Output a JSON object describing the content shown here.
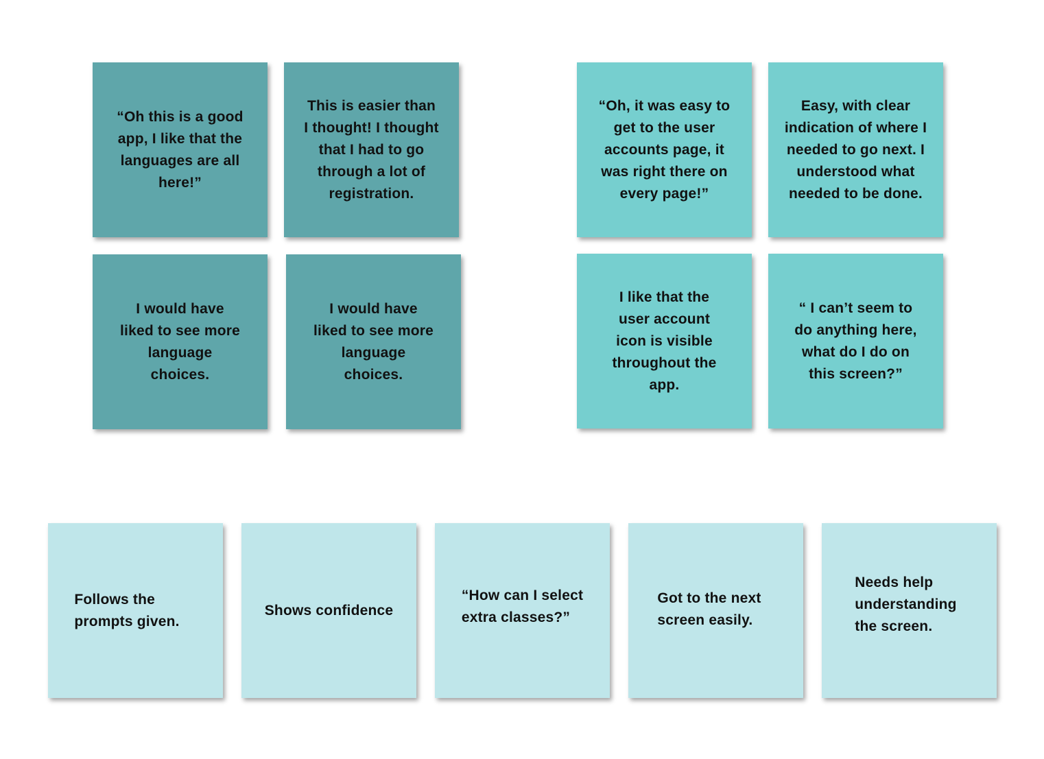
{
  "colors": {
    "dark_teal": "#5fa6aa",
    "mid_teal": "#76cfcf",
    "light_teal": "#bfe6ea"
  },
  "notes": [
    {
      "text": "“Oh this is a good\napp, I like that the\nlanguages are all\nhere!”",
      "color": "#5fa6aa"
    },
    {
      "text": "This is easier than\nI thought! I thought\nthat I had to go\nthrough a lot of\nregistration.",
      "color": "#5fa6aa"
    },
    {
      "text": "I would have\nliked to see more\nlanguage\nchoices.",
      "color": "#5fa6aa"
    },
    {
      "text": "I would have\nliked to see more\nlanguage\nchoices.",
      "color": "#5fa6aa"
    },
    {
      "text": "“Oh, it was easy to\nget to the user\naccounts page, it\nwas right there on\nevery page!”",
      "color": "#76cfcf"
    },
    {
      "text": "Easy, with clear\nindication of where I\nneeded to go next. I\nunderstood what\nneeded to be done.",
      "color": "#76cfcf"
    },
    {
      "text": "I like that the\nuser account\nicon is visible\nthroughout the\napp.",
      "color": "#76cfcf"
    },
    {
      "text": "“ I can’t seem to\ndo anything here,\nwhat do I do on\nthis screen?”",
      "color": "#76cfcf"
    },
    {
      "text": "Follows the\nprompts given.",
      "color": "#bfe6ea"
    },
    {
      "text": "Shows confidence",
      "color": "#bfe6ea"
    },
    {
      "text": "“How can I select\nextra classes?”",
      "color": "#bfe6ea"
    },
    {
      "text": "Got to the next\nscreen easily.",
      "color": "#bfe6ea"
    },
    {
      "text": "Needs help\nunderstanding\nthe screen.",
      "color": "#bfe6ea"
    }
  ]
}
